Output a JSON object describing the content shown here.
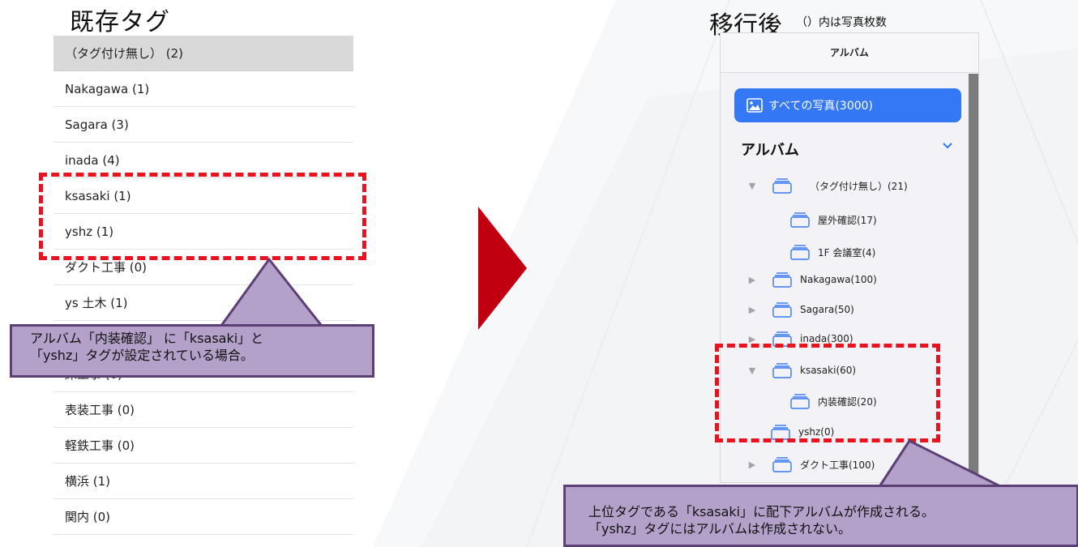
{
  "left": {
    "title": "既存タグ",
    "tags": [
      "（タグ付け無し） (2)",
      "Nakagawa (1)",
      "Sagara (3)",
      "inada (4)",
      "ksasaki (1)",
      "yshz (1)",
      "ダクト工事 (0)",
      "ys 土木 (1)",
      "",
      "床工事 (0)",
      "表装工事 (0)",
      "軽鉄工事 (0)",
      "横浜 (1)",
      "関内 (0)"
    ],
    "callout": {
      "line1": "アルバム「内装確認」 に「ksasaki」と",
      "line2": "「yshz」タグが設定されている場合。"
    }
  },
  "right": {
    "title": "移行後",
    "subtitle": "（）内は写真枚数",
    "header": "アルバム",
    "all_photos": "すべての写真(3000)",
    "section_title": "アルバム",
    "tree": [
      {
        "label": "（タグ付け無し）(21)",
        "triangle": "▼"
      },
      {
        "label": "屋外確認(17)",
        "triangle": ""
      },
      {
        "label": "1F 会議室(4)",
        "triangle": ""
      },
      {
        "label": "Nakagawa(100)",
        "triangle": "▶"
      },
      {
        "label": "Sagara(50)",
        "triangle": "▶"
      },
      {
        "label": "inada(300)",
        "triangle": "▶"
      },
      {
        "label": "ksasaki(60)",
        "triangle": "▼"
      },
      {
        "label": "内装確認(20)",
        "triangle": ""
      },
      {
        "label": "yshz(0)",
        "triangle": ""
      },
      {
        "label": "ダクト工事(100)",
        "triangle": "▶"
      }
    ],
    "callout": {
      "line1": "上位タグである「ksasaki」に配下アルバムが作成される。",
      "line2": "「yshz」タグにはアルバムは作成されない。"
    }
  },
  "colors": {
    "accent": "#3478f6",
    "highlight_dash": "#e8131f",
    "callout_fill": "#b3a1ca",
    "callout_border": "#5c3f75",
    "arrow": "#c00010"
  }
}
